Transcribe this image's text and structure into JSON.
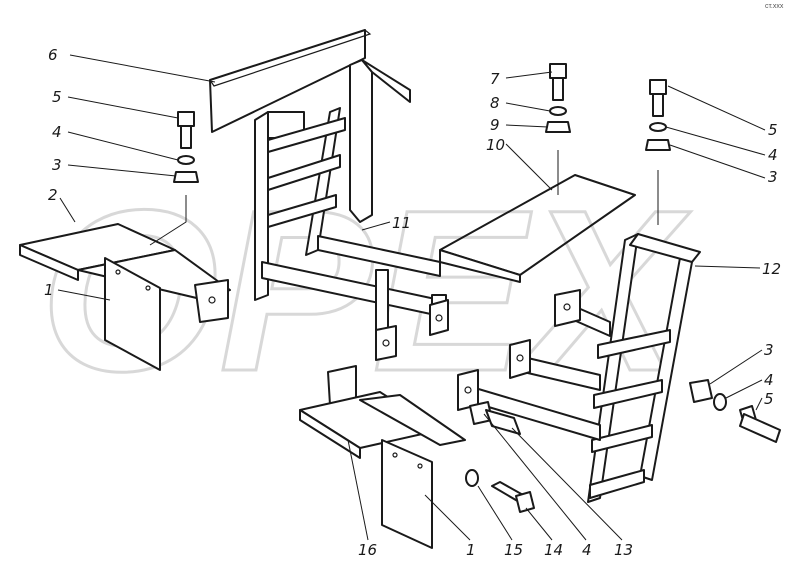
{
  "watermark": "OPEX",
  "corner_mark": "ст.ххх",
  "callouts": [
    {
      "id": "c6a",
      "label": "6"
    },
    {
      "id": "c5a",
      "label": "5"
    },
    {
      "id": "c4a",
      "label": "4"
    },
    {
      "id": "c3a",
      "label": "3"
    },
    {
      "id": "c2",
      "label": "2"
    },
    {
      "id": "c1a",
      "label": "1"
    },
    {
      "id": "c11",
      "label": "11"
    },
    {
      "id": "c7",
      "label": "7"
    },
    {
      "id": "c8",
      "label": "8"
    },
    {
      "id": "c9",
      "label": "9"
    },
    {
      "id": "c10",
      "label": "10"
    },
    {
      "id": "c5b",
      "label": "5"
    },
    {
      "id": "c4b",
      "label": "4"
    },
    {
      "id": "c3b",
      "label": "3"
    },
    {
      "id": "c12",
      "label": "12"
    },
    {
      "id": "c3c",
      "label": "3"
    },
    {
      "id": "c4c",
      "label": "4"
    },
    {
      "id": "c5c",
      "label": "5"
    },
    {
      "id": "c16",
      "label": "16"
    },
    {
      "id": "c1b",
      "label": "1"
    },
    {
      "id": "c15",
      "label": "15"
    },
    {
      "id": "c14",
      "label": "14"
    },
    {
      "id": "c4d",
      "label": "4"
    },
    {
      "id": "c13",
      "label": "13"
    }
  ]
}
